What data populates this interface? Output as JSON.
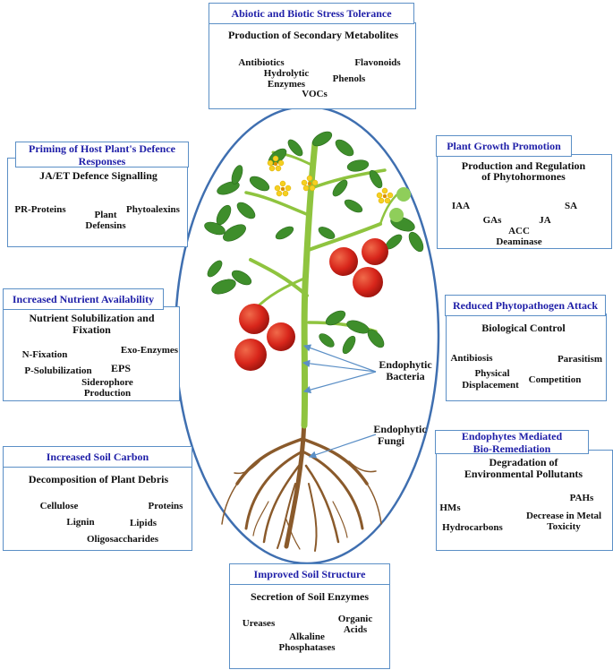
{
  "center": {
    "endophytic_bacteria": [
      "Endophytic",
      "Bacteria"
    ],
    "endophytic_fungi": [
      "Endophytic",
      "Fungi"
    ]
  },
  "boxes": {
    "stress": {
      "title": "Abiotic and Biotic Stress Tolerance",
      "subtitle": "Production of Secondary Metabolites",
      "items": [
        "Antibiotics",
        "Hydrolytic",
        "Enzymes",
        "Flavonoids",
        "Phenols",
        "VOCs"
      ]
    },
    "priming": {
      "title_lines": [
        "Priming of Host Plant's Defence",
        "Responses"
      ],
      "subtitle": "JA/ET Defence  Signalling",
      "items": [
        "PR-Proteins",
        "Plant",
        "Defensins",
        "Phytoalexins"
      ]
    },
    "growth": {
      "title": "Plant Growth Promotion",
      "subtitle_lines": [
        "Production and Regulation",
        "of Phytohormones"
      ],
      "items": [
        "IAA",
        "GAs",
        "ACC",
        "Deaminase",
        "JA",
        "SA"
      ]
    },
    "nutrient": {
      "title": "Increased Nutrient Availability",
      "subtitle_lines": [
        "Nutrient Solubilization and",
        "Fixation"
      ],
      "items": [
        "N-Fixation",
        "P-Solubilization",
        "EPS",
        "Siderophore",
        "Production",
        "Exo-Enzymes"
      ]
    },
    "phyto": {
      "title": "Reduced Phytopathogen Attack",
      "subtitle": "Biological Control",
      "items": [
        "Antibiosis",
        "Physical",
        "Displacement",
        "Competition",
        "Parasitism"
      ]
    },
    "carbon": {
      "title": "Increased Soil Carbon",
      "subtitle": "Decomposition of Plant Debris",
      "items": [
        "Cellulose",
        "Lignin",
        "Oligosaccharides",
        "Lipids",
        "Proteins"
      ]
    },
    "bioremed": {
      "title_lines": [
        "Endophytes Mediated",
        "Bio-Remediation"
      ],
      "subtitle_lines": [
        "Degradation of",
        "Environmental Pollutants"
      ],
      "items": [
        "HMs",
        "Hydrocarbons",
        "Decrease in Metal",
        "Toxicity",
        "PAHs"
      ]
    },
    "soil": {
      "title": "Improved Soil Structure",
      "subtitle": "Secretion of Soil Enzymes",
      "items": [
        "Ureases",
        "Alkaline",
        "Phosphatases",
        "Organic",
        "Acids"
      ]
    }
  },
  "colors": {
    "border": "#5b8fc6",
    "header_text": "#1f1fa8",
    "arrow": "#5b8fc6",
    "stem": "#8fc43f",
    "leaf": "#3e8e2b",
    "tomato": "#d8261b",
    "flower": "#f5d020",
    "root": "#8a5a2b"
  }
}
